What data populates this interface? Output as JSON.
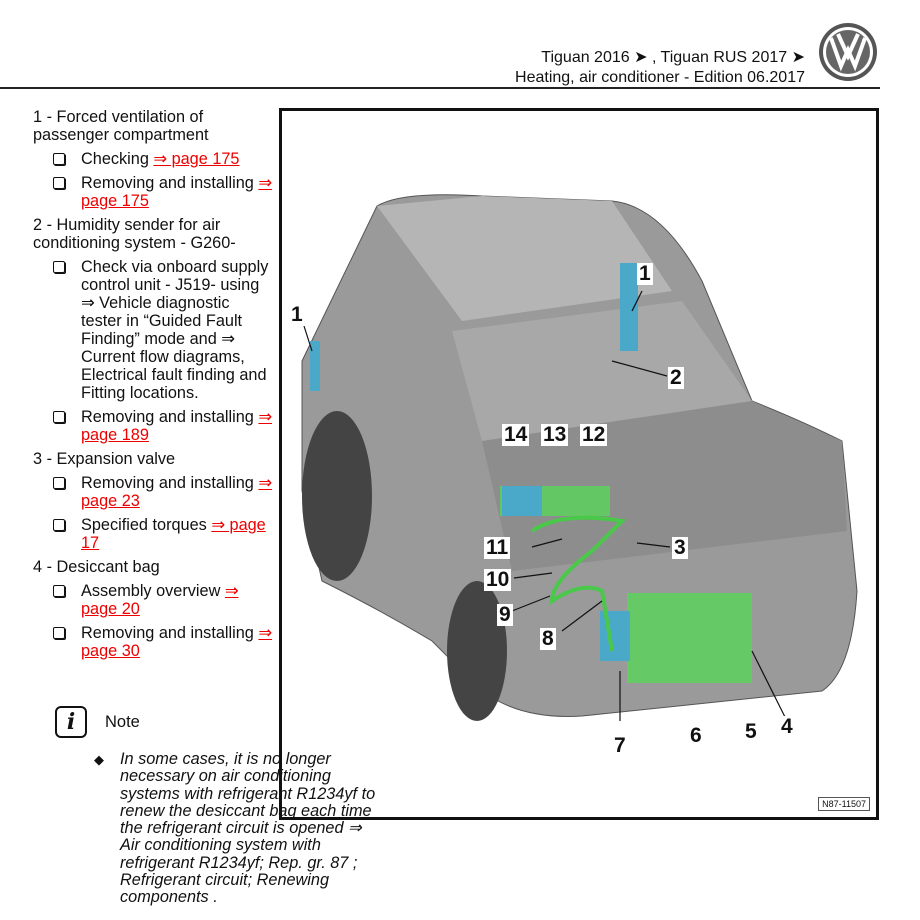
{
  "header": {
    "line1": "Tiguan 2016 ➤ , Tiguan RUS 2017 ➤",
    "line2": "Heating, air conditioner - Edition 06.2017"
  },
  "sections": [
    {
      "title": "1 - Forced ventilation of passenger compartment",
      "items": [
        {
          "text": "Checking ",
          "link": "⇒ page 175"
        },
        {
          "text": "Removing and installing ",
          "link": "⇒ page 175"
        }
      ]
    },
    {
      "title": "2 - Humidity sender for air conditioning system - G260-",
      "items": [
        {
          "text": "Check via onboard supply control unit - J519- using ⇒ Vehicle diagnostic tester in “Guided Fault Finding” mode and ⇒ Current flow diagrams, Electrical fault finding and Fitting locations."
        },
        {
          "text": "Removing and installing ",
          "link": "⇒ page 189"
        }
      ]
    },
    {
      "title": "3 - Expansion valve",
      "items": [
        {
          "text": "Removing and installing ",
          "link": "⇒ page 23"
        },
        {
          "text": "Specified torques ",
          "link": "⇒ page 17"
        }
      ]
    },
    {
      "title": "4 - Desiccant bag",
      "items": [
        {
          "text": "Assembly overview ",
          "link": "⇒ page 20"
        },
        {
          "text": "Removing and installing ",
          "link": "⇒ page 30"
        }
      ]
    }
  ],
  "note": {
    "label": "Note",
    "text": "In some cases, it is no longer necessary on air conditioning systems with refrigerant R1234yf to renew the desiccant bag each time the refrigerant circuit is opened ⇒  Air conditioning system with refrigerant R1234yf; Rep. gr.  87 ; Refrigerant circuit; Renewing components ."
  },
  "figure": {
    "id": "N87-11507",
    "callouts": [
      "1",
      "1",
      "2",
      "14",
      "13",
      "12",
      "3",
      "11",
      "10",
      "9",
      "8",
      "7",
      "6",
      "5",
      "4"
    ]
  }
}
